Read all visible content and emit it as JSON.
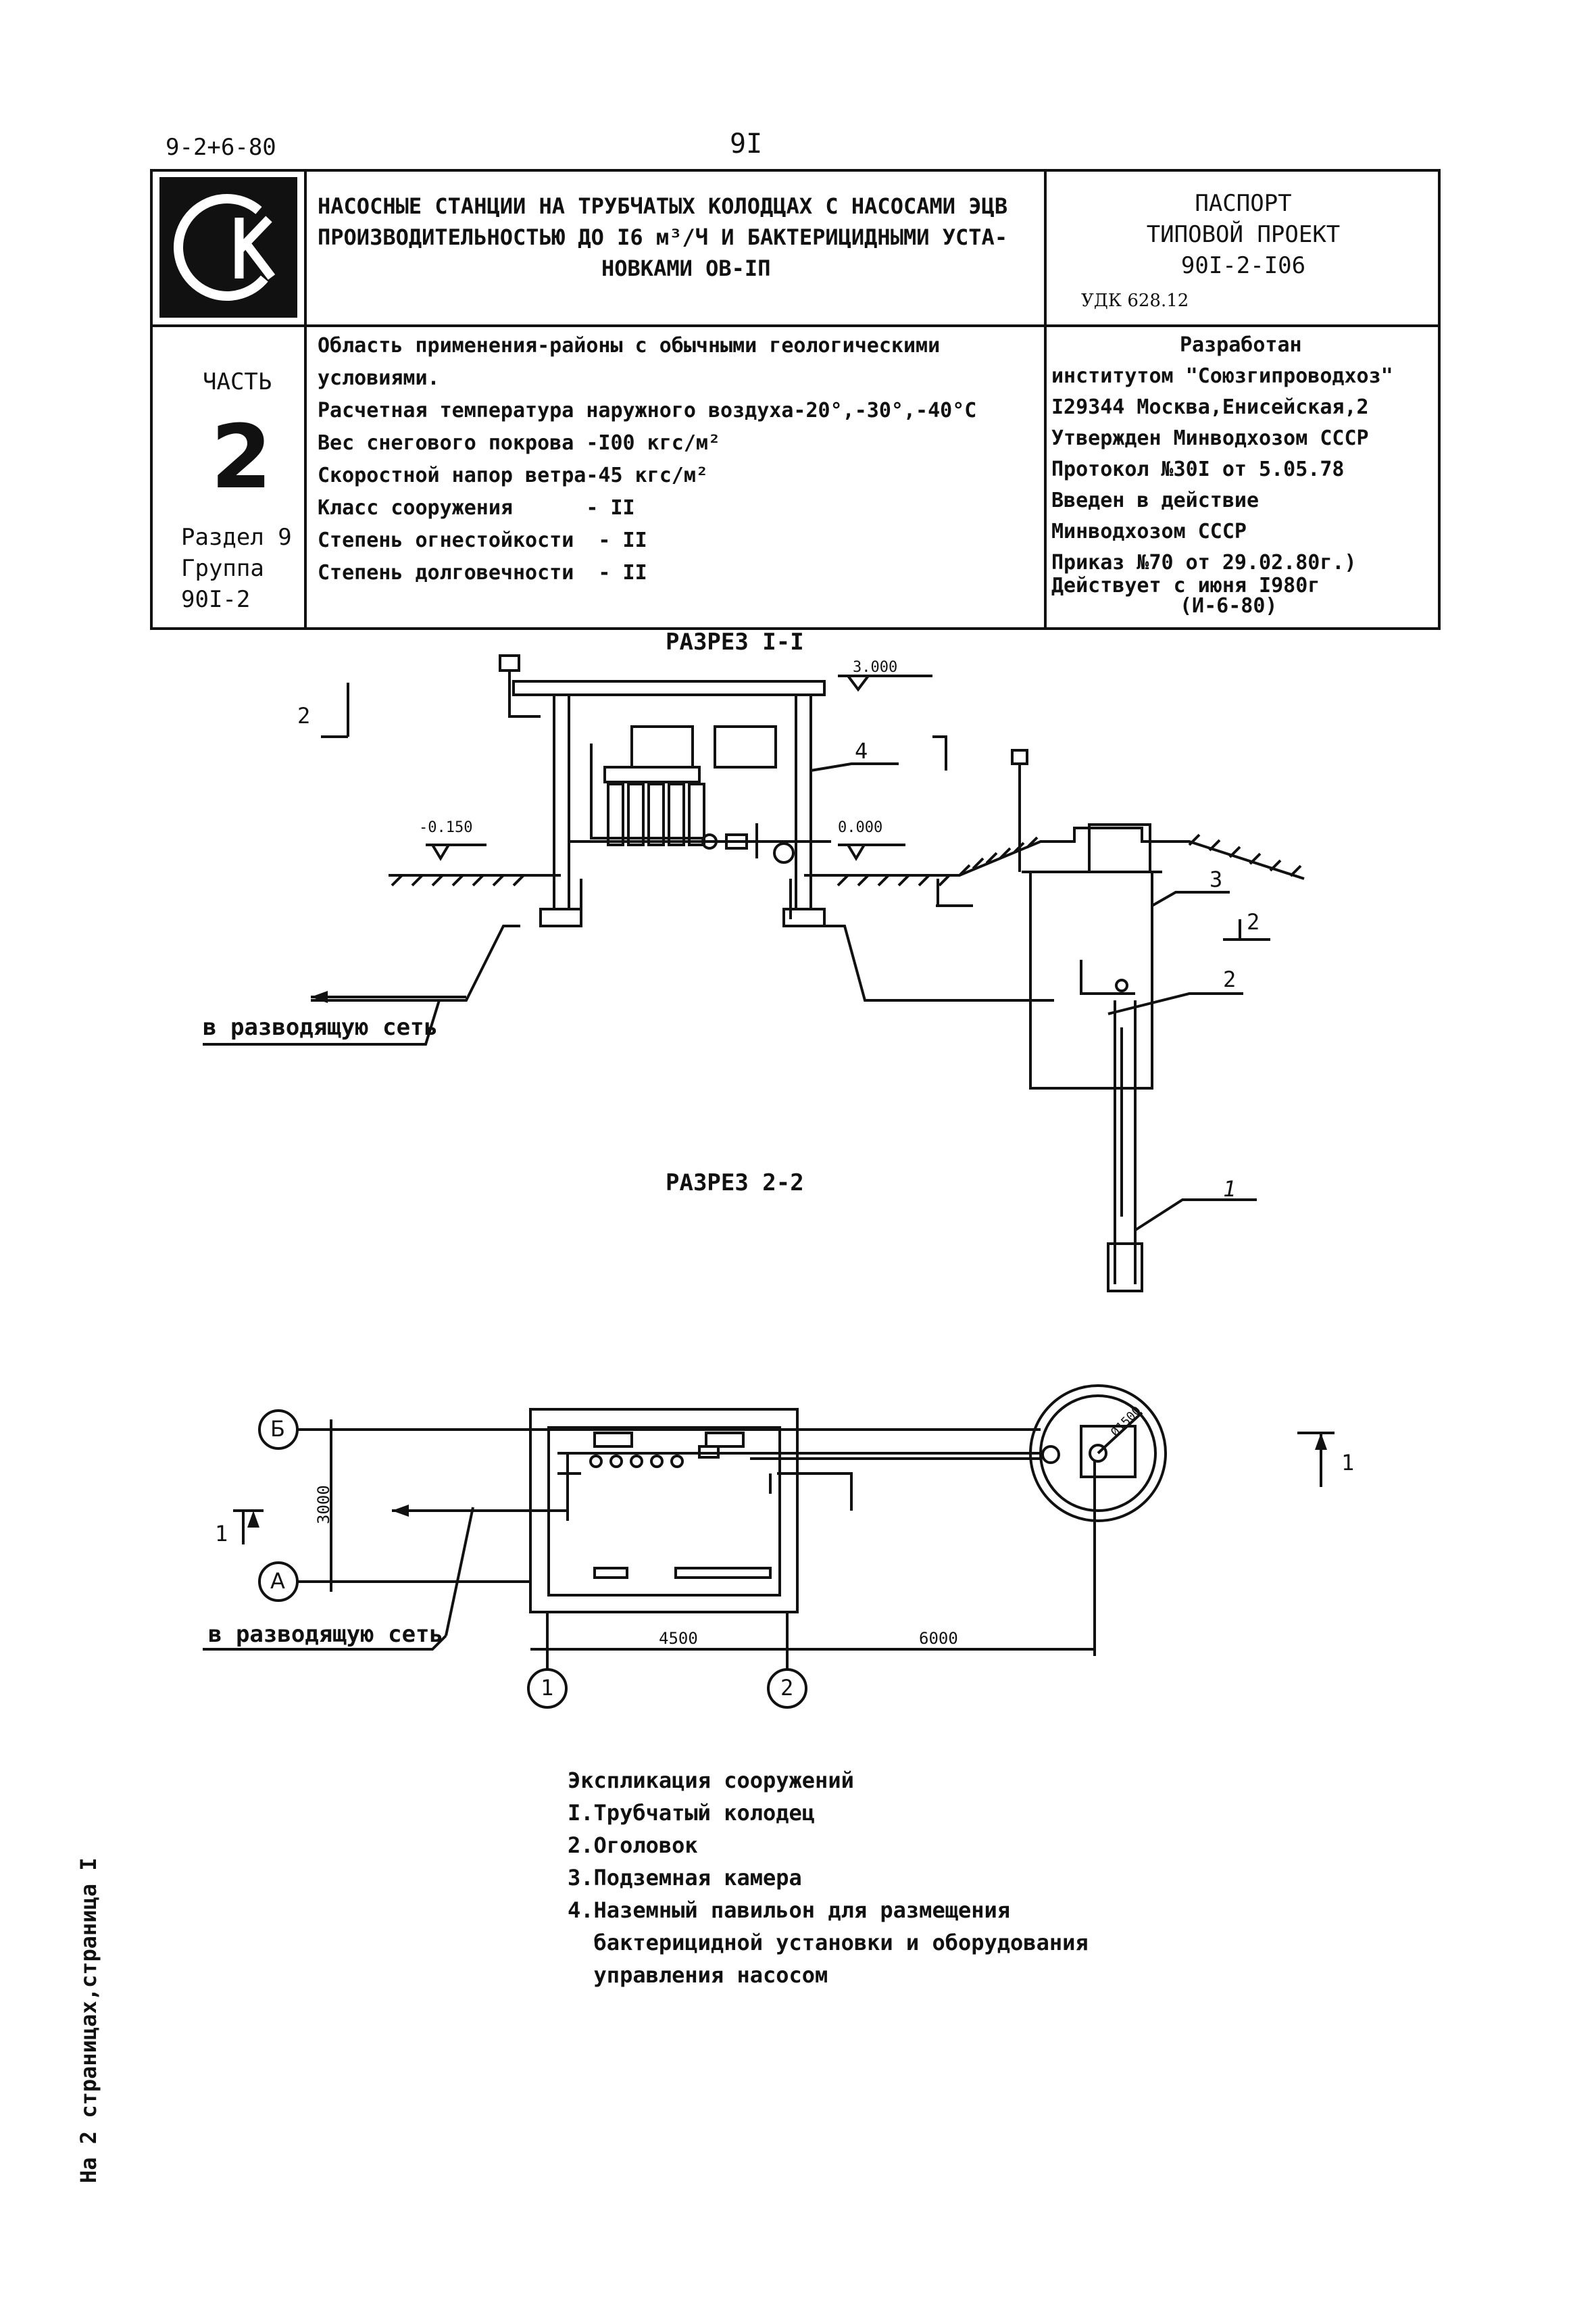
{
  "doc_code": "9-2+6-80",
  "page_number": "9I",
  "title_block": {
    "project_title_lines": [
      "НАСОСНЫЕ СТАНЦИИ НА ТРУБЧАТЫХ КОЛОДЦАХ С НАСОСАМИ ЭЦВ",
      "ПРОИЗВОДИТЕЛЬНОСТЬЮ ДО I6 м³/Ч И БАКТЕРИЦИДНЫМИ УСТА-",
      "НОВКАМИ ОВ-IП"
    ],
    "passport_lines": [
      "ПАСПОРТ",
      "ТИПОВОЙ ПРОЕКТ",
      "90I-2-I06"
    ],
    "udk": "УДК 628.12",
    "part_label": "ЧАСТЬ",
    "part_number": "2",
    "section_lines": [
      "Раздел 9",
      "Группа",
      "90I-2"
    ],
    "conditions_lines": [
      "Область применения-районы с обычными геологическими",
      "условиями.",
      "Расчетная температура наружного воздуха-20°,-30°,-40°С",
      "Вес снегового покрова -I00 кгс/м²",
      "Скоростной напор ветра-45 кгс/м²",
      "Класс сооружения      - II",
      "Степень огнестойкости  - II",
      "Степень долговечности  - II"
    ],
    "developer_lines": [
      "Разработан",
      "институтом \"Союзгипроводхоз\"",
      "I29344 Москва,Енисейская,2",
      "Утвержден Минводхозом СССР",
      "Протокол №30I от  5.05.78",
      "Введен в действие",
      "Минводхозом СССР",
      "Приказ №70  от 29.02.80г.)",
      "Действует с июня I980г",
      "(И-6-80)"
    ]
  },
  "section_1": {
    "title": "РАЗРЕЗ I-I",
    "level_top": "3.000",
    "level_left": "-0.150",
    "level_right": "0.000",
    "label_4": "4",
    "label_3": "3",
    "label_2": "2",
    "label_1": "1",
    "cut_mark_left": "2",
    "cut_mark_right": "2",
    "network_label": "в разводящую сеть"
  },
  "section_2": {
    "title": "РАЗРЕЗ 2-2"
  },
  "plan": {
    "axis_b": "Б",
    "axis_a": "А",
    "axis_1": "1",
    "axis_2": "2",
    "dim_height": "3000",
    "dim_width_1": "4500",
    "dim_width_2": "6000",
    "well_dim": "Ø1500",
    "cut_left": "1",
    "cut_right": "1",
    "network_label": "в разводящую сеть"
  },
  "legend": {
    "title": "Экспликация сооружений",
    "items": [
      "I.Трубчатый колодец",
      "2.Оголовок",
      "3.Подземная камера",
      "4.Наземный павильон для размещения",
      "  бактерицидной установки и оборудования",
      "  управления насосом"
    ]
  },
  "side_note": "На 2 страницах,страница I"
}
